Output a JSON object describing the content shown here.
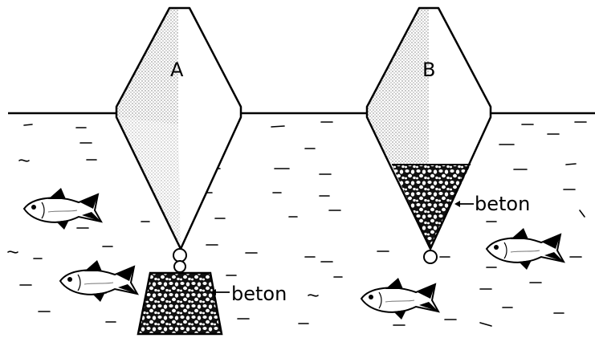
{
  "figure": {
    "buoy_a": {
      "label": "A",
      "weight_label": "beton"
    },
    "buoy_b": {
      "label": "B",
      "weight_label": "beton"
    },
    "colors": {
      "ink": "#000000",
      "background": "#ffffff",
      "shade": "#c8c8c8",
      "fish_body": "#ffffff"
    }
  }
}
